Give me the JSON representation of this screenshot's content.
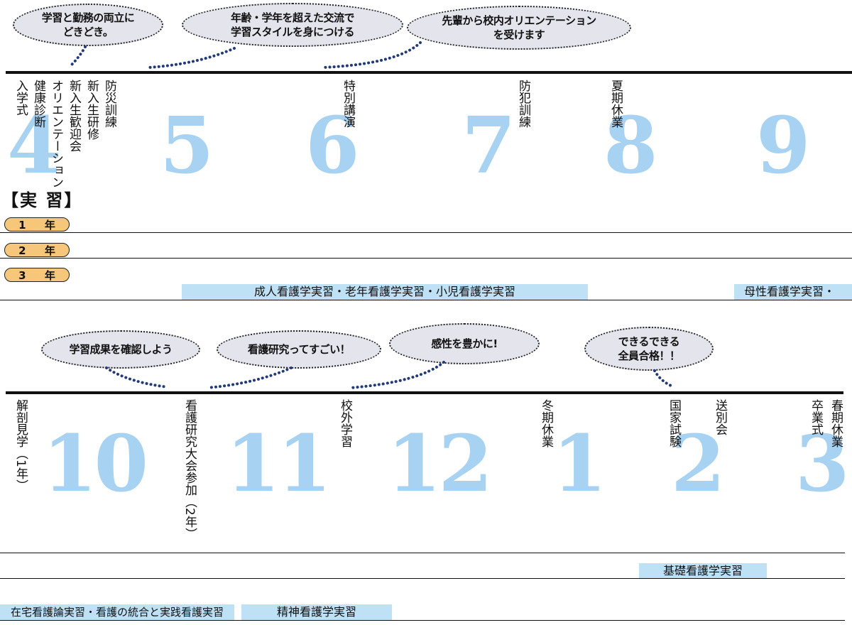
{
  "top_section": {
    "bubbles": [
      "学習と勤務の両立に\nどきどき。",
      "年齢・学年を超えた交流で\n学習スタイルを身につける",
      "先輩から校内オリエンテーション\nを受けます"
    ],
    "months": [
      "4",
      "5",
      "6",
      "7",
      "8",
      "9"
    ],
    "events": {
      "april": [
        "入学式",
        "健康診断",
        "オリエンテーション",
        "新入生歓迎会",
        "新入生研修",
        "防災訓練"
      ],
      "june": [
        "特別講演"
      ],
      "july": [
        "防犯訓練"
      ],
      "august": [
        "夏期休業"
      ]
    }
  },
  "practicum": {
    "heading": "【実 習】",
    "years": [
      {
        "num": "1",
        "unit": "年"
      },
      {
        "num": "2",
        "unit": "年"
      },
      {
        "num": "3",
        "unit": "年"
      }
    ],
    "bars_top": [
      "成人看護学実習・老年看護学実習・小児看護学実習",
      "母性看護学実習・"
    ]
  },
  "bottom_section": {
    "bubbles": [
      "学習成果を確認しよう",
      "看護研究ってすごい！",
      "感性を豊かに!",
      "できるできる\n全員合格！！"
    ],
    "months": [
      "10",
      "11",
      "12",
      "1",
      "2",
      "3"
    ],
    "events": {
      "october": [
        "解剖見学（1年）"
      ],
      "october_late": [
        "看護研究大会参加（2年）"
      ],
      "november": [
        "校外学習"
      ],
      "january": [
        "冬期休業"
      ],
      "february": [
        "国家試験",
        "送別会"
      ],
      "march": [
        "卒業式",
        "春期休業"
      ]
    },
    "bars": [
      "基礎看護学実習",
      "在宅看護論実習・看護の統合と実践看護実習",
      "精神看護学実習"
    ]
  }
}
